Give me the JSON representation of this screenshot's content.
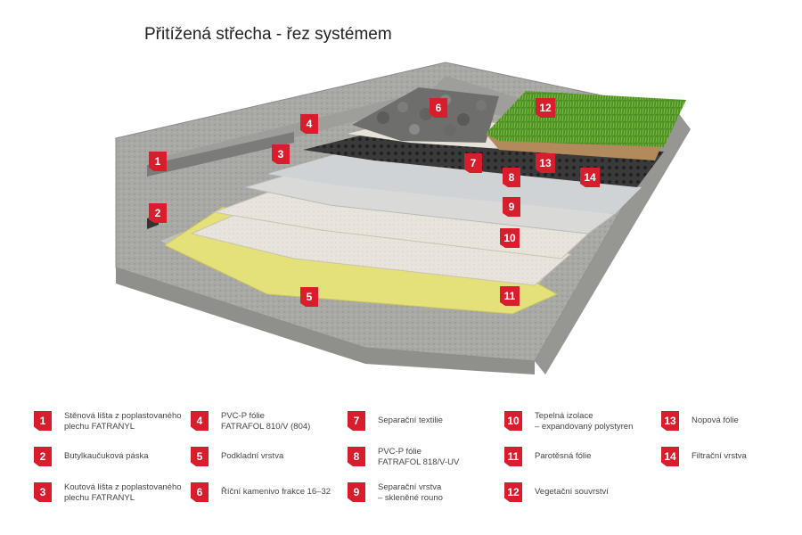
{
  "title": "Přitížená střecha - řez systémem",
  "colors": {
    "accent": "#d81e2c",
    "concrete": "#a9a9a6",
    "insulation_yellow": "#e4e07a",
    "grass": "#5e9a2e"
  },
  "markers": [
    "1",
    "2",
    "3",
    "4",
    "5",
    "6",
    "7",
    "8",
    "9",
    "10",
    "11",
    "12",
    "13",
    "14"
  ],
  "legend": [
    {
      "num": "1",
      "text": "Stěnová lišta z poplastovaného\nplechu FATRANYL"
    },
    {
      "num": "2",
      "text": "Butylkaučuková páska"
    },
    {
      "num": "3",
      "text": "Koutová lišta z poplastovaného\nplechu FATRANYL"
    },
    {
      "num": "4",
      "text": "PVC-P fólie\nFATRAFOL 810/V (804)"
    },
    {
      "num": "5",
      "text": "Podkladní vrstva"
    },
    {
      "num": "6",
      "text": "Říční kamenivo frakce 16–32"
    },
    {
      "num": "7",
      "text": "Separační textilie"
    },
    {
      "num": "8",
      "text": "PVC-P fólie\nFATRAFOL 818/V-UV"
    },
    {
      "num": "9",
      "text": "Separační vrstva\n– skleněné rouno"
    },
    {
      "num": "10",
      "text": "Tepelná izolace\n– expandovaný polystyren"
    },
    {
      "num": "11",
      "text": "Parotěsná fólie"
    },
    {
      "num": "12",
      "text": "Vegetační souvrství"
    },
    {
      "num": "13",
      "text": "Nopová fólie"
    },
    {
      "num": "14",
      "text": "Filtrační vrstva"
    }
  ]
}
